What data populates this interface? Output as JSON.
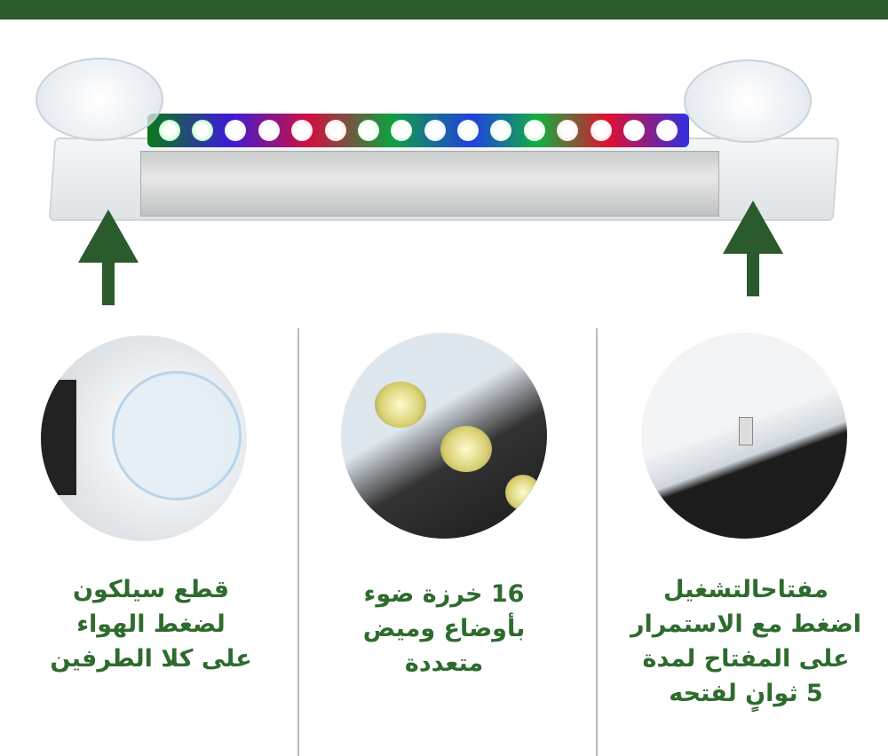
{
  "colors": {
    "brand_green": "#2b5a2c",
    "text_green": "#2e6b2e"
  },
  "leds": [
    "#7dff8a",
    "#7dff8a",
    "#e8eaff",
    "#e8eaff",
    "#ffd0d0",
    "#ffd0d0",
    "#c8ffd0",
    "#c8ffd0",
    "#e0e6ff",
    "#e0e6ff",
    "#c8ffd0",
    "#c8ffd0",
    "#ffd0d0",
    "#ffd0d0",
    "#f0f0ff",
    "#f0f0ff"
  ],
  "features": [
    {
      "lines": [
        "قطع سيلكون",
        "لضغط الهواء",
        "على كلا الطرفين"
      ]
    },
    {
      "lines": [
        "16 خرزة ضوء",
        "بأوضاع وميض",
        "متعددة"
      ]
    },
    {
      "lines": [
        "مفتاحالتشغيل",
        "اضغط مع الاستمرار",
        "على المفتاح لمدة",
        "5 ثوانٍ لفتحه"
      ]
    }
  ]
}
